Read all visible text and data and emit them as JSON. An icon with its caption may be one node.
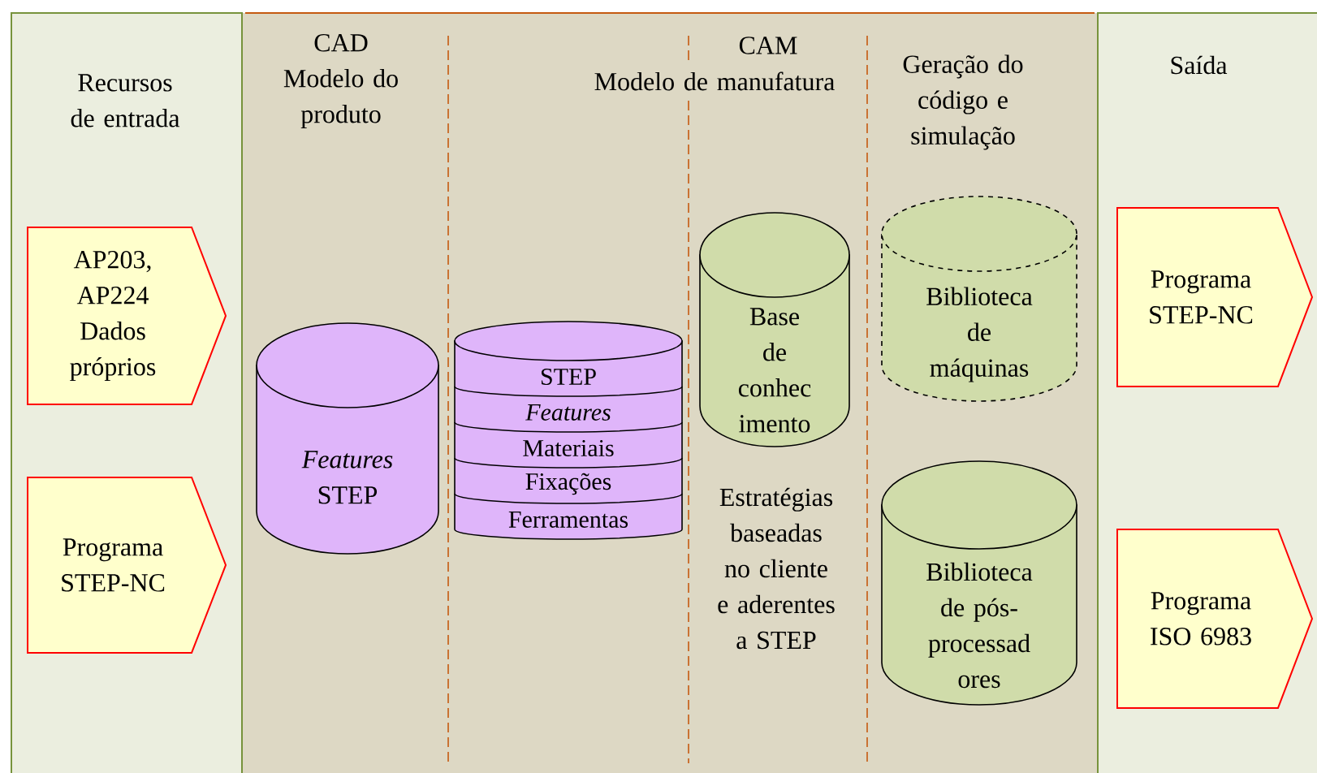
{
  "diagram": {
    "nodes": [
      {
        "text": [
          "Recursos de entrada"
        ]
      },
      {
        "text": [
          "AP203, AP224 Dados próprios"
        ],
        "in": 0
      },
      {
        "text": [
          "Programa STEP-NC"
        ],
        "in": 0
      },
      {
        "text": [
          "CAD Modelo do produto",
          "CAM",
          "Modelo de manufatura",
          "Geração do código e simulação"
        ]
      },
      {
        "text": [
          "*Features* STEP"
        ],
        "in": 3
      },
      {
        "text": [
          "STEP",
          "Features",
          "Materiais",
          "Fixações",
          "Ferramentas"
        ],
        "in": 3
      },
      {
        "text": [
          "Base de conhec imento"
        ],
        "in": 3
      },
      {
        "text": [
          "Biblioteca de máquinas"
        ],
        "in": 3
      },
      {
        "text": [
          "Biblioteca de pós- processad ores"
        ],
        "in": 3
      },
      {
        "text": [
          "Saída"
        ]
      },
      {
        "text": [
          "Programa STEP-NC"
        ],
        "in": 9
      },
      {
        "text": [
          "Programa ISO 6983"
        ],
        "in": 9
      }
    ],
    "labels": [
      "Estratégias baseadas no cliente e aderentes a STEP"
    ]
  }
}
